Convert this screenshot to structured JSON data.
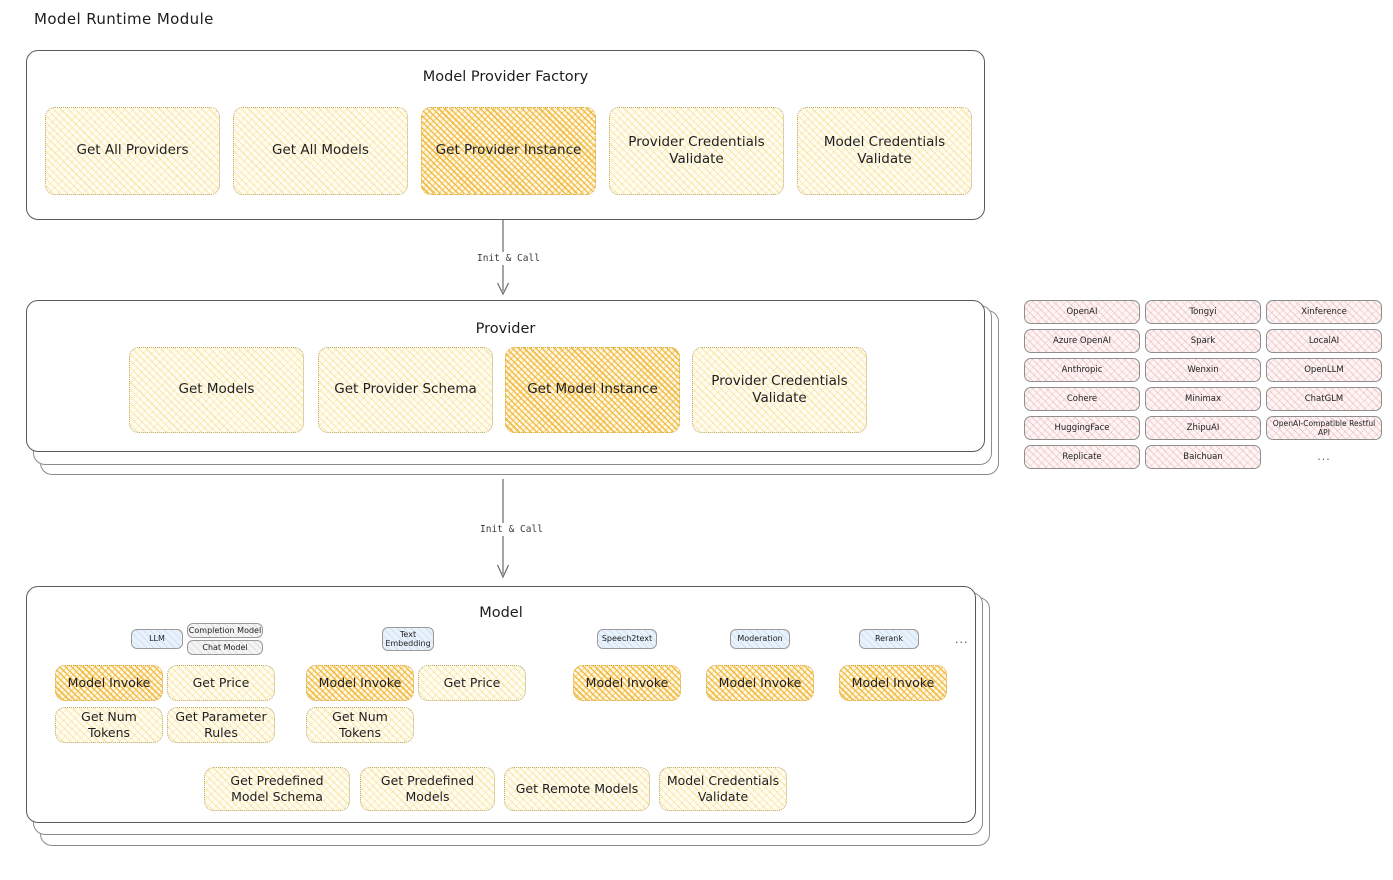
{
  "title": "Model Runtime Module",
  "sections": {
    "factory": {
      "title": "Model Provider Factory",
      "boxes": [
        {
          "label": "Get All Providers",
          "highlight": false
        },
        {
          "label": "Get All Models",
          "highlight": false
        },
        {
          "label": "Get Provider Instance",
          "highlight": true
        },
        {
          "label": "Provider Credentials Validate",
          "highlight": false
        },
        {
          "label": "Model Credentials Validate",
          "highlight": false
        }
      ]
    },
    "provider": {
      "title": "Provider",
      "boxes": [
        {
          "label": "Get Models",
          "highlight": false
        },
        {
          "label": "Get Provider Schema",
          "highlight": false
        },
        {
          "label": "Get Model Instance",
          "highlight": true
        },
        {
          "label": "Provider Credentials Validate",
          "highlight": false
        }
      ]
    },
    "model": {
      "title": "Model",
      "groups": [
        {
          "badge": "LLM",
          "sub_badges": [
            "Completion Model",
            "Chat Model"
          ],
          "boxes": [
            {
              "label": "Model Invoke",
              "highlight": true
            },
            {
              "label": "Get Price",
              "highlight": false
            },
            {
              "label": "Get Num Tokens",
              "highlight": false
            },
            {
              "label": "Get Parameter Rules",
              "highlight": false
            }
          ]
        },
        {
          "badge": "Text Embedding",
          "sub_badges": [],
          "boxes": [
            {
              "label": "Model Invoke",
              "highlight": true
            },
            {
              "label": "Get Price",
              "highlight": false
            },
            {
              "label": "Get Num Tokens",
              "highlight": false
            }
          ]
        },
        {
          "badge": "Speech2text",
          "sub_badges": [],
          "boxes": [
            {
              "label": "Model Invoke",
              "highlight": true
            }
          ]
        },
        {
          "badge": "Moderation",
          "sub_badges": [],
          "boxes": [
            {
              "label": "Model Invoke",
              "highlight": true
            }
          ]
        },
        {
          "badge": "Rerank",
          "sub_badges": [],
          "boxes": [
            {
              "label": "Model Invoke",
              "highlight": true
            }
          ]
        }
      ],
      "more_badges": "...",
      "common_boxes": [
        {
          "label": "Get Predefined Model Schema"
        },
        {
          "label": "Get Predefined Models"
        },
        {
          "label": "Get Remote Models"
        },
        {
          "label": "Model Credentials Validate"
        }
      ]
    }
  },
  "connectors": [
    {
      "label": "Init & Call"
    },
    {
      "label": "Init & Call"
    }
  ],
  "provider_list": {
    "columns": [
      [
        "OpenAI",
        "Azure OpenAI",
        "Anthropic",
        "Cohere",
        "HuggingFace",
        "Replicate"
      ],
      [
        "Tongyi",
        "Spark",
        "Wenxin",
        "Minimax",
        "ZhipuAI",
        "Baichuan"
      ],
      [
        "Xinference",
        "LocalAI",
        "OpenLLM",
        "ChatGLM",
        "OpenAI-Compatible Restful API"
      ]
    ],
    "ellipsis": "..."
  },
  "colors": {
    "highlight_fill": "#F0B330",
    "soft_fill": "#F6D67A",
    "provider_chip": "#E79B9B",
    "badge_blue": "#A0C6E8",
    "panel_border": "#5B5B5B"
  }
}
